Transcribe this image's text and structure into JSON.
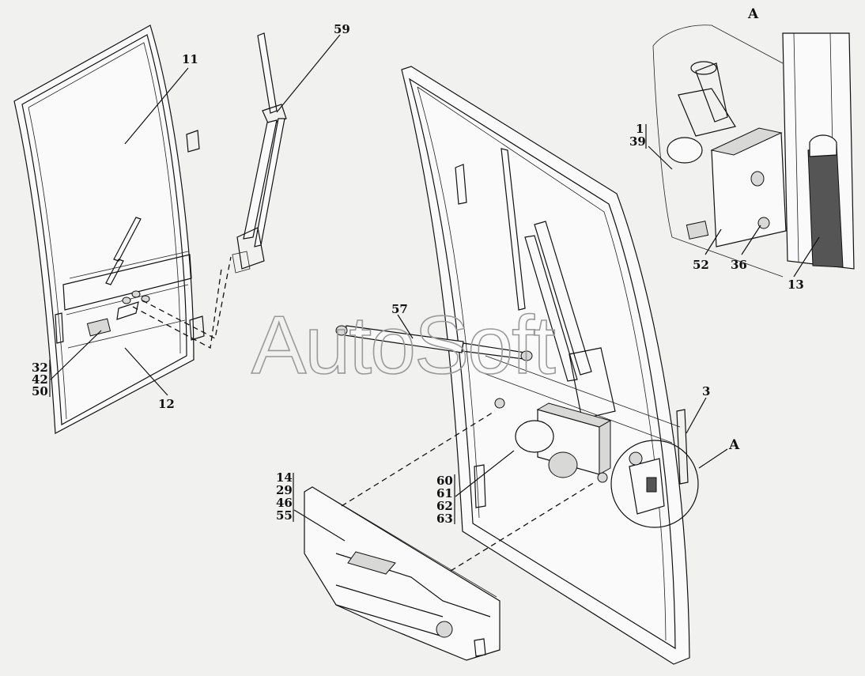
{
  "watermark": "AutoSoft",
  "view_label": "A",
  "callouts": {
    "c11": "11",
    "c59": "59",
    "c57": "57",
    "c3": "3",
    "c12": "12",
    "c13": "13",
    "c52": "52",
    "c36": "36",
    "cA": "A",
    "g1": [
      "1",
      "39"
    ],
    "g2": [
      "32",
      "42",
      "50"
    ],
    "g3": [
      "14",
      "29",
      "46",
      "55"
    ],
    "g4": [
      "60",
      "61",
      "62",
      "63"
    ]
  },
  "colors": {
    "background": "#f1f1ef",
    "line": "#111111",
    "watermark": "#9a9a9a"
  }
}
